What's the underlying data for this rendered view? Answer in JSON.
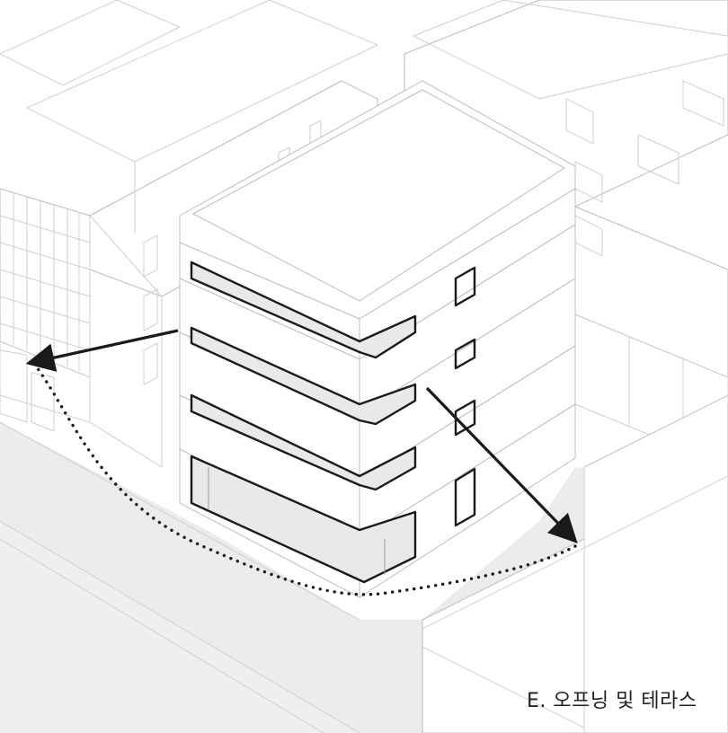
{
  "caption": "E. 오프닝 및 테라스",
  "colors": {
    "line": "#1a1a1a",
    "ground": "#ececec",
    "recess": "#e9e9e9",
    "context": "#cfcfcf"
  },
  "arrows": [
    {
      "name": "view-arrow-west",
      "style": "solid"
    },
    {
      "name": "view-arrow-southeast",
      "style": "solid"
    },
    {
      "name": "movement-path",
      "style": "dotted"
    }
  ]
}
